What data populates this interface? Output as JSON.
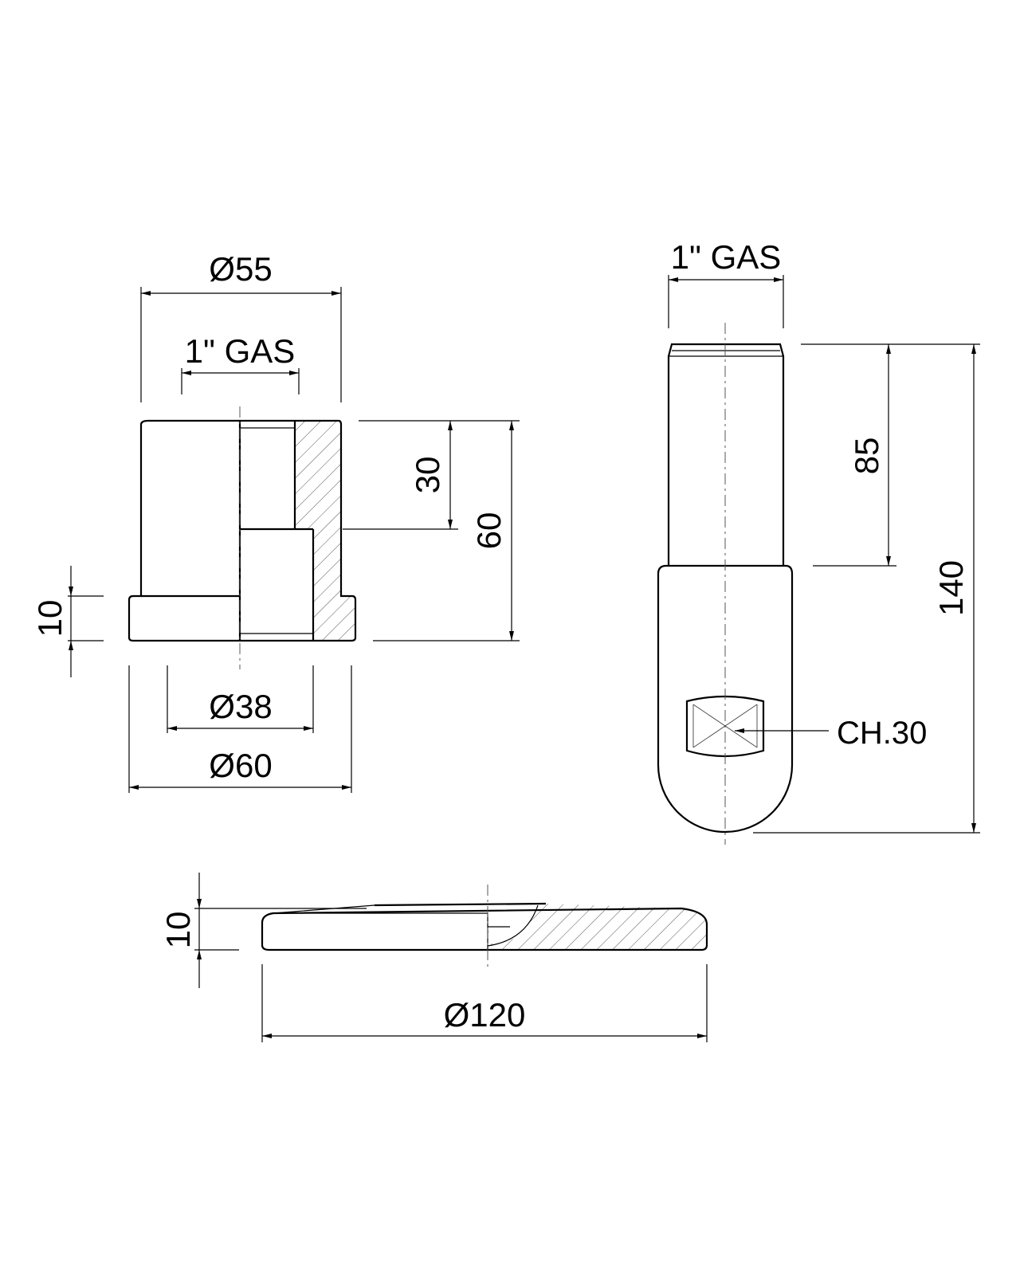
{
  "drawing": {
    "nut": {
      "dia_top": "Ø55",
      "thread_top": "1\" GAS",
      "height_30": "30",
      "height_60": "60",
      "flange_10": "10",
      "dia_inner": "Ø38",
      "dia_base": "Ø60"
    },
    "pin": {
      "thread_top": "1\" GAS",
      "length_85": "85",
      "length_140": "140",
      "wrench": "CH.30"
    },
    "plate": {
      "height_10": "10",
      "dia": "Ø120"
    }
  }
}
